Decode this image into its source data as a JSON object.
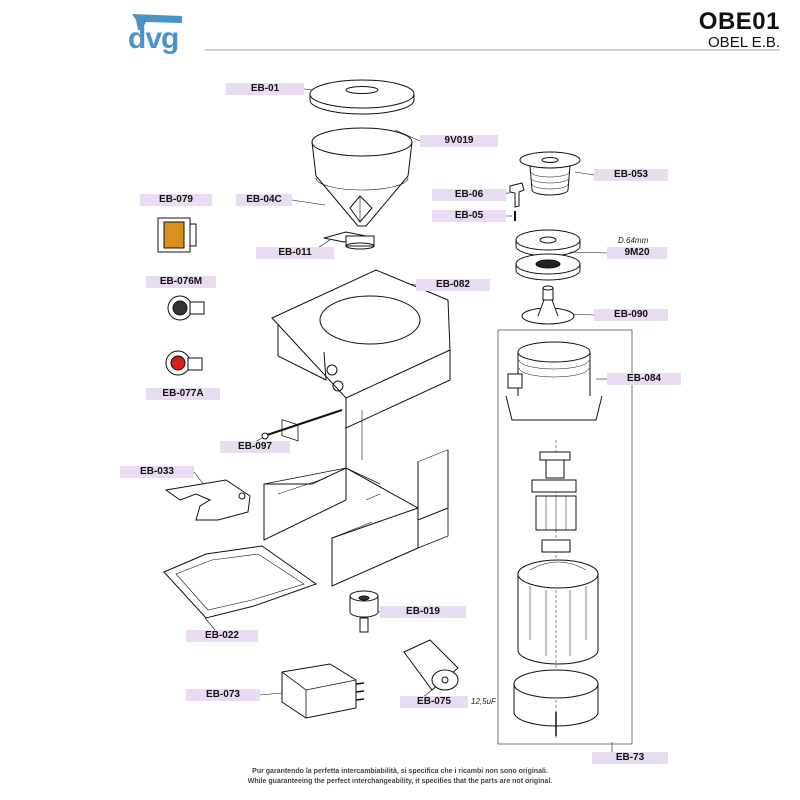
{
  "header": {
    "brand_logo_text": "dvg",
    "model_code": "OBE01",
    "model_name": "OBEL E.B."
  },
  "colors": {
    "brand": "#4a93c9",
    "label_fill": "#e9dcf2",
    "switch_amber": "#d8901c",
    "button_red": "#d42020",
    "line": "#111111"
  },
  "parts": [
    {
      "code": "EB-01"
    },
    {
      "code": "9V019"
    },
    {
      "code": "EB-053"
    },
    {
      "code": "EB-06"
    },
    {
      "code": "EB-05"
    },
    {
      "code": "EB-079"
    },
    {
      "code": "EB-04C"
    },
    {
      "code": "9M20"
    },
    {
      "code": "EB-011"
    },
    {
      "code": "EB-076M"
    },
    {
      "code": "EB-082"
    },
    {
      "code": "EB-090"
    },
    {
      "code": "EB-084"
    },
    {
      "code": "EB-077A"
    },
    {
      "code": "EB-097"
    },
    {
      "code": "EB-033"
    },
    {
      "code": "EB-019"
    },
    {
      "code": "EB-022"
    },
    {
      "code": "EB-073"
    },
    {
      "code": "EB-075"
    },
    {
      "code": "EB-73"
    }
  ],
  "notes": {
    "burr_spec": "D.64mm",
    "capacitor_spec": "12,5uF"
  },
  "footer": {
    "line_it": "Pur garantendo la perfetta intercambiabilità, si specifica che i ricambi non sono originali.",
    "line_en": "While guaranteeing the perfect interchangeability, it specifies that the parts are not original."
  }
}
